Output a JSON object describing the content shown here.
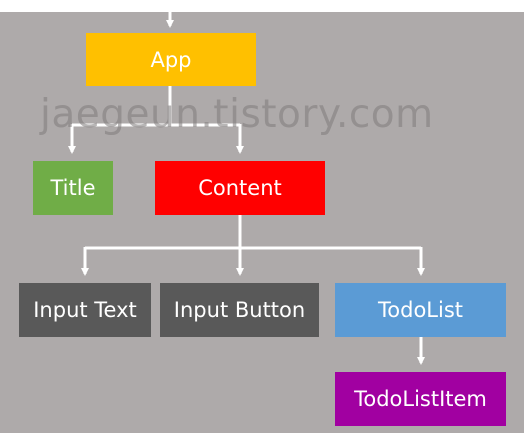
{
  "nodes": {
    "app": {
      "label": "App",
      "color": "#ffc000"
    },
    "title": {
      "label": "Title",
      "color": "#70ad47"
    },
    "content": {
      "label": "Content",
      "color": "#ff0000"
    },
    "input_text": {
      "label": "Input Text",
      "color": "#595959"
    },
    "input_button": {
      "label": "Input Button",
      "color": "#595959"
    },
    "todolist": {
      "label": "TodoList",
      "color": "#5b9bd5"
    },
    "todolistitem": {
      "label": "TodoListItem",
      "color": "#a100a1"
    }
  },
  "edges": [
    {
      "from": "app",
      "to": "title"
    },
    {
      "from": "app",
      "to": "content"
    },
    {
      "from": "content",
      "to": "input_text"
    },
    {
      "from": "content",
      "to": "input_button"
    },
    {
      "from": "content",
      "to": "todolist"
    },
    {
      "from": "todolist",
      "to": "todolistitem"
    }
  ],
  "watermark": "jaegeun.tistory.com",
  "background_color": "#aeaaaa",
  "connector_color": "#ffffff"
}
